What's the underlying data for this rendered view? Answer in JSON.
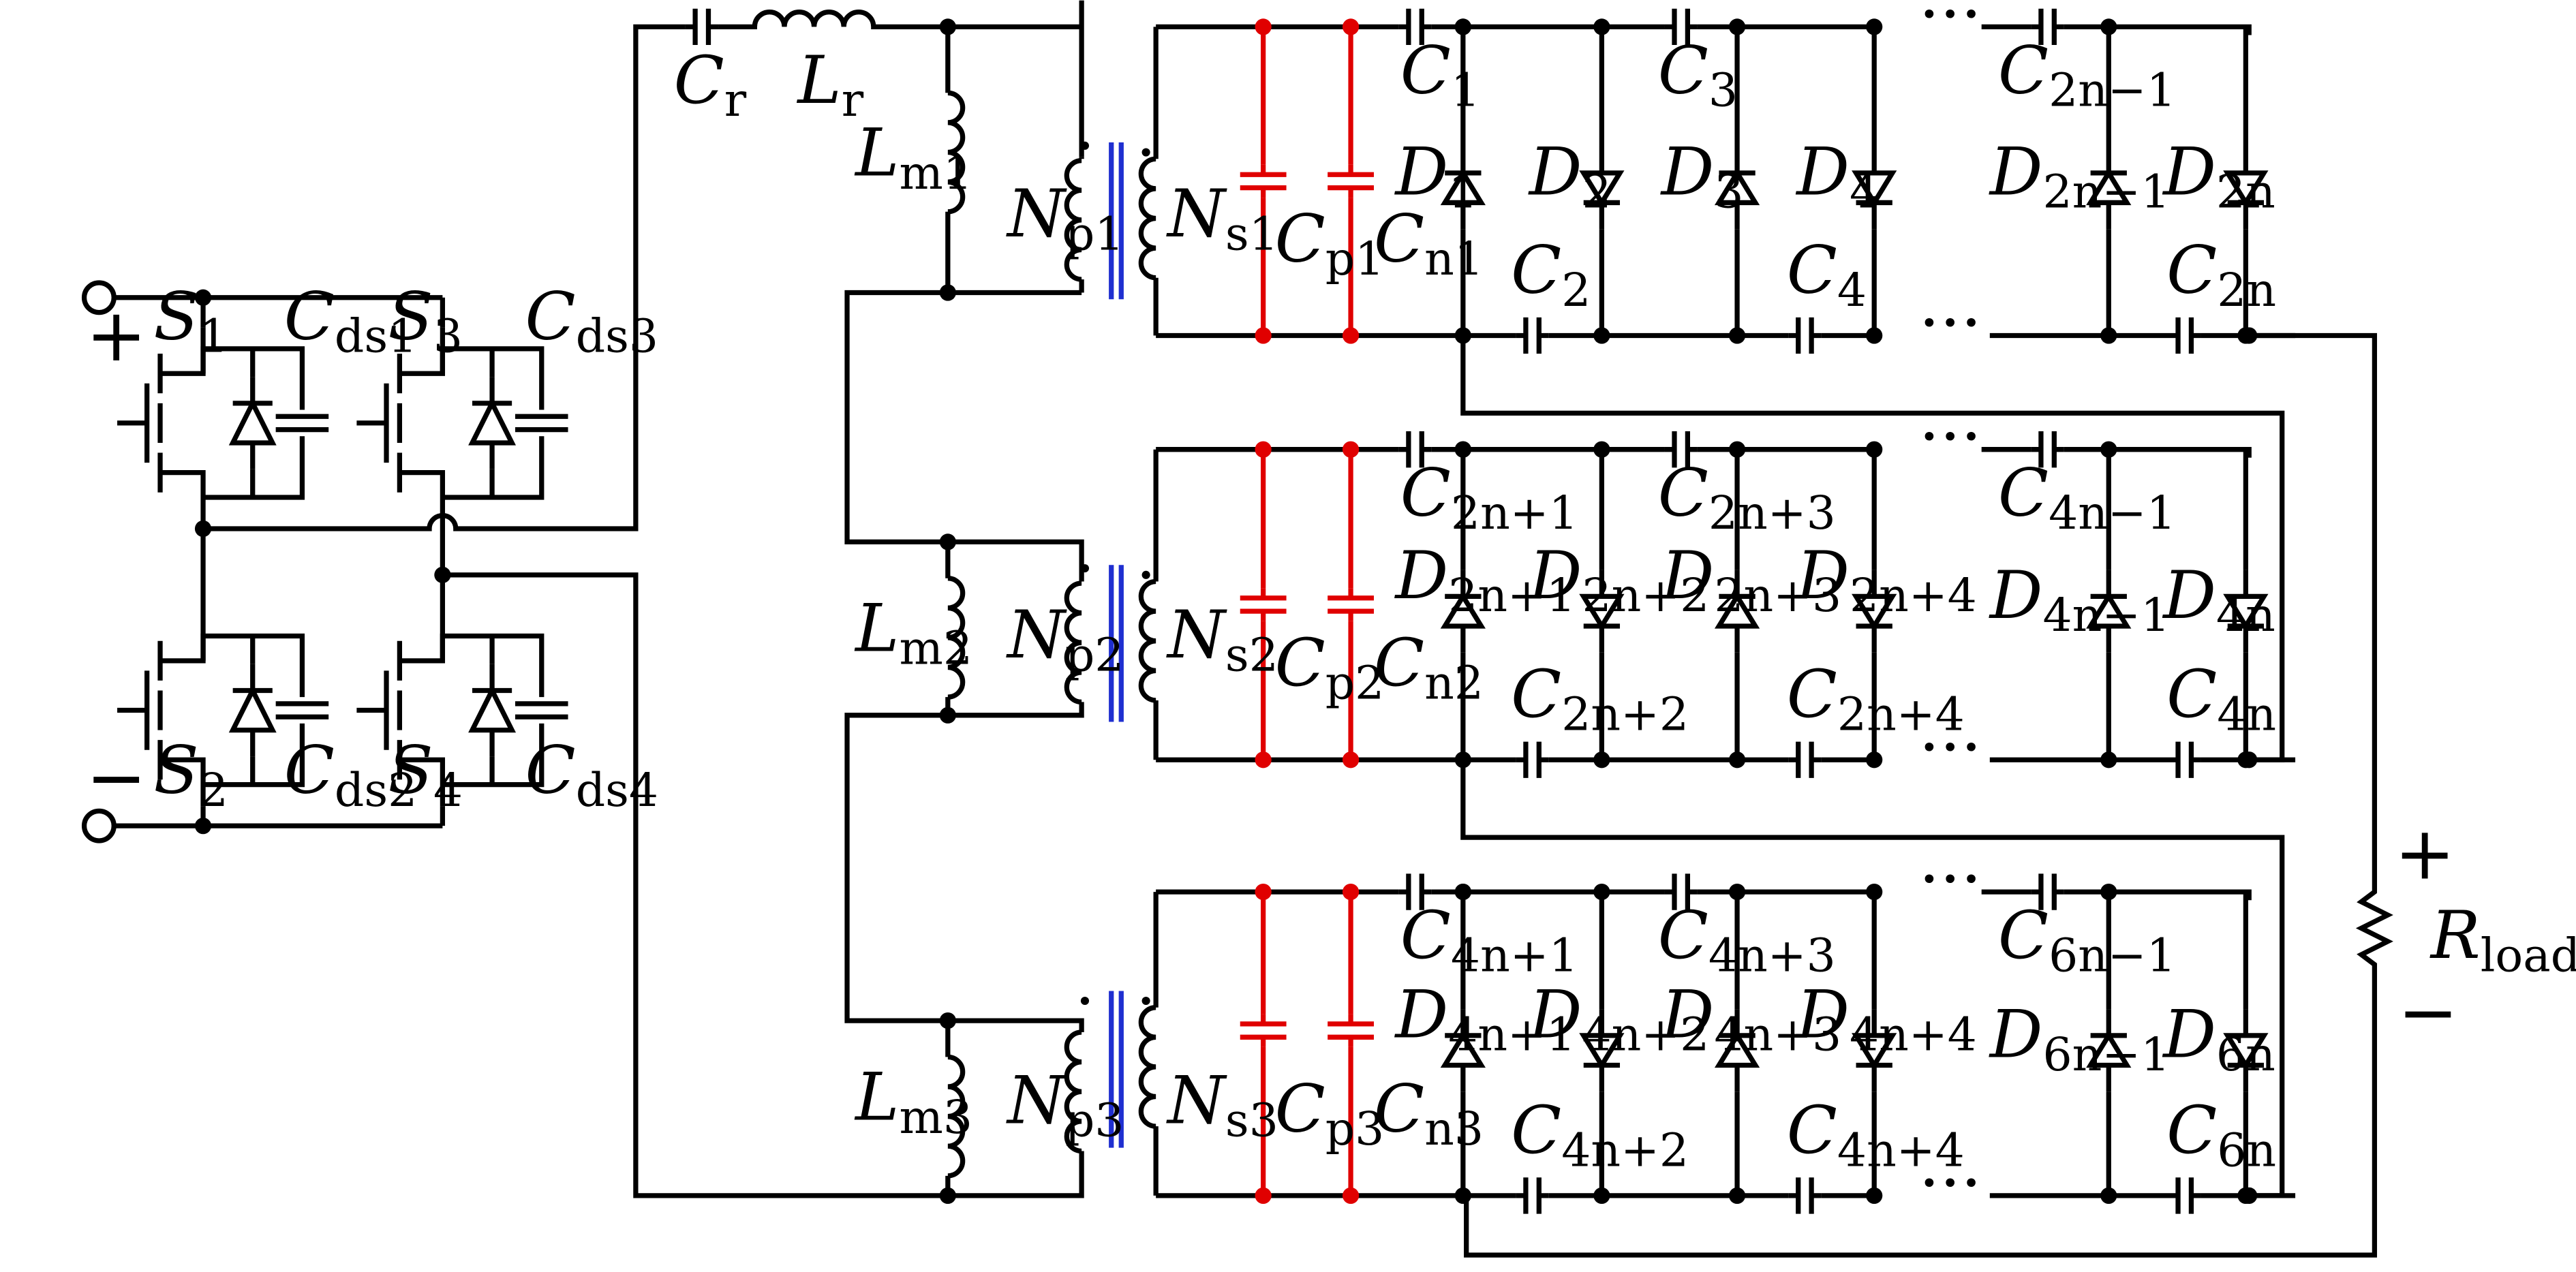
{
  "colors": {
    "wire": "#000000",
    "parasitic": "#e00000",
    "core": "#1f2fd0"
  },
  "ellipsis": "···",
  "terminals": {
    "plus": "+",
    "minus": "−"
  },
  "labels": {
    "S1": [
      "S",
      "1"
    ],
    "S2": [
      "S",
      "2"
    ],
    "S3": [
      "S",
      "3"
    ],
    "S4": [
      "S",
      "4"
    ],
    "Cds1": [
      "C",
      "ds1"
    ],
    "Cds2": [
      "C",
      "ds2"
    ],
    "Cds3": [
      "C",
      "ds3"
    ],
    "Cds4": [
      "C",
      "ds4"
    ],
    "Cr": [
      "C",
      "r"
    ],
    "Lr": [
      "L",
      "r"
    ],
    "Lm1": [
      "L",
      "m1"
    ],
    "Lm2": [
      "L",
      "m2"
    ],
    "Lm3": [
      "L",
      "m3"
    ],
    "Np1": [
      "N",
      "p1"
    ],
    "Np2": [
      "N",
      "p2"
    ],
    "Np3": [
      "N",
      "p3"
    ],
    "Ns1": [
      "N",
      "s1"
    ],
    "Ns2": [
      "N",
      "s2"
    ],
    "Ns3": [
      "N",
      "s3"
    ],
    "Cp1": [
      "C",
      "p1"
    ],
    "Cp2": [
      "C",
      "p2"
    ],
    "Cp3": [
      "C",
      "p3"
    ],
    "Cn1": [
      "C",
      "n1"
    ],
    "Cn2": [
      "C",
      "n2"
    ],
    "Cn3": [
      "C",
      "n3"
    ],
    "Rload": [
      "R",
      "load"
    ]
  },
  "stages": [
    {
      "top": [
        [
          "C",
          "1"
        ],
        [
          "C",
          "3"
        ],
        [
          "C",
          "2n−1"
        ]
      ],
      "bottom": [
        [
          "C",
          "2"
        ],
        [
          "C",
          "4"
        ],
        [
          "C",
          "2n"
        ]
      ],
      "diodes": [
        [
          "D",
          "1"
        ],
        [
          "D",
          "2"
        ],
        [
          "D",
          "3"
        ],
        [
          "D",
          "4"
        ],
        [
          "D",
          "2n−1"
        ],
        [
          "D",
          "2n"
        ]
      ]
    },
    {
      "top": [
        [
          "C",
          "2n+1"
        ],
        [
          "C",
          "2n+3"
        ],
        [
          "C",
          "4n−1"
        ]
      ],
      "bottom": [
        [
          "C",
          "2n+2"
        ],
        [
          "C",
          "2n+4"
        ],
        [
          "C",
          "4n"
        ]
      ],
      "diodes": [
        [
          "D",
          "2n+1"
        ],
        [
          "D",
          "2n+2"
        ],
        [
          "D",
          "2n+3"
        ],
        [
          "D",
          "2n+4"
        ],
        [
          "D",
          "4n−1"
        ],
        [
          "D",
          "4n"
        ]
      ]
    },
    {
      "top": [
        [
          "C",
          "4n+1"
        ],
        [
          "C",
          "4n+3"
        ],
        [
          "C",
          "6n−1"
        ]
      ],
      "bottom": [
        [
          "C",
          "4n+2"
        ],
        [
          "C",
          "4n+4"
        ],
        [
          "C",
          "6n"
        ]
      ],
      "diodes": [
        [
          "D",
          "4n+1"
        ],
        [
          "D",
          "4n+2"
        ],
        [
          "D",
          "4n+3"
        ],
        [
          "D",
          "4n+4"
        ],
        [
          "D",
          "6n−1"
        ],
        [
          "D",
          "6n"
        ]
      ]
    }
  ]
}
